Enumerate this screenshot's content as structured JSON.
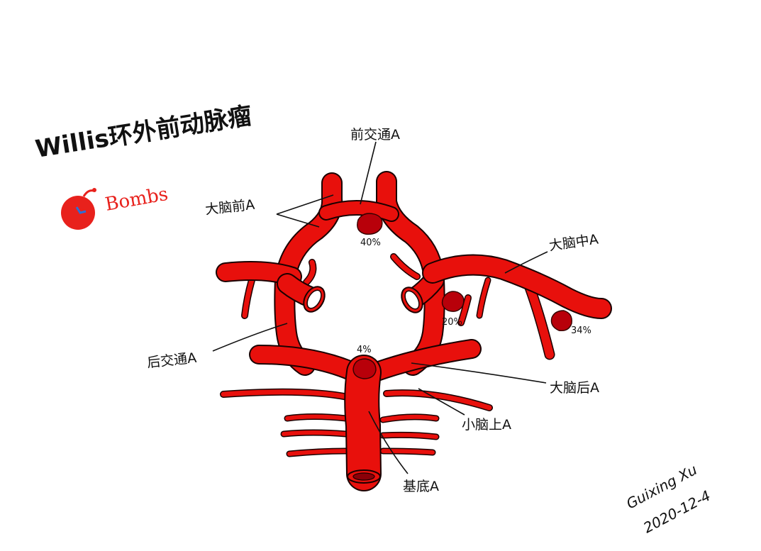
{
  "title": "Willis环外前动脉瘤",
  "logo": {
    "text": "Bombs",
    "color": "#e8211c"
  },
  "labels": {
    "acom": "前交通A",
    "aca": "大脑前A",
    "mca": "大脑中A",
    "pcom": "后交通A",
    "pca": "大脑后A",
    "sca": "小脑上A",
    "basilar": "基底A"
  },
  "aneurysms": {
    "acom_pct": "40%",
    "ica_pct": "20%",
    "mca_pct": "34%",
    "basilar_pct": "4%"
  },
  "signature": {
    "name": "Guixing Xu",
    "date": "2020-12-4"
  },
  "colors": {
    "vessel": "#e8100c",
    "aneurysm": "#b8000a",
    "ink": "#111111"
  }
}
